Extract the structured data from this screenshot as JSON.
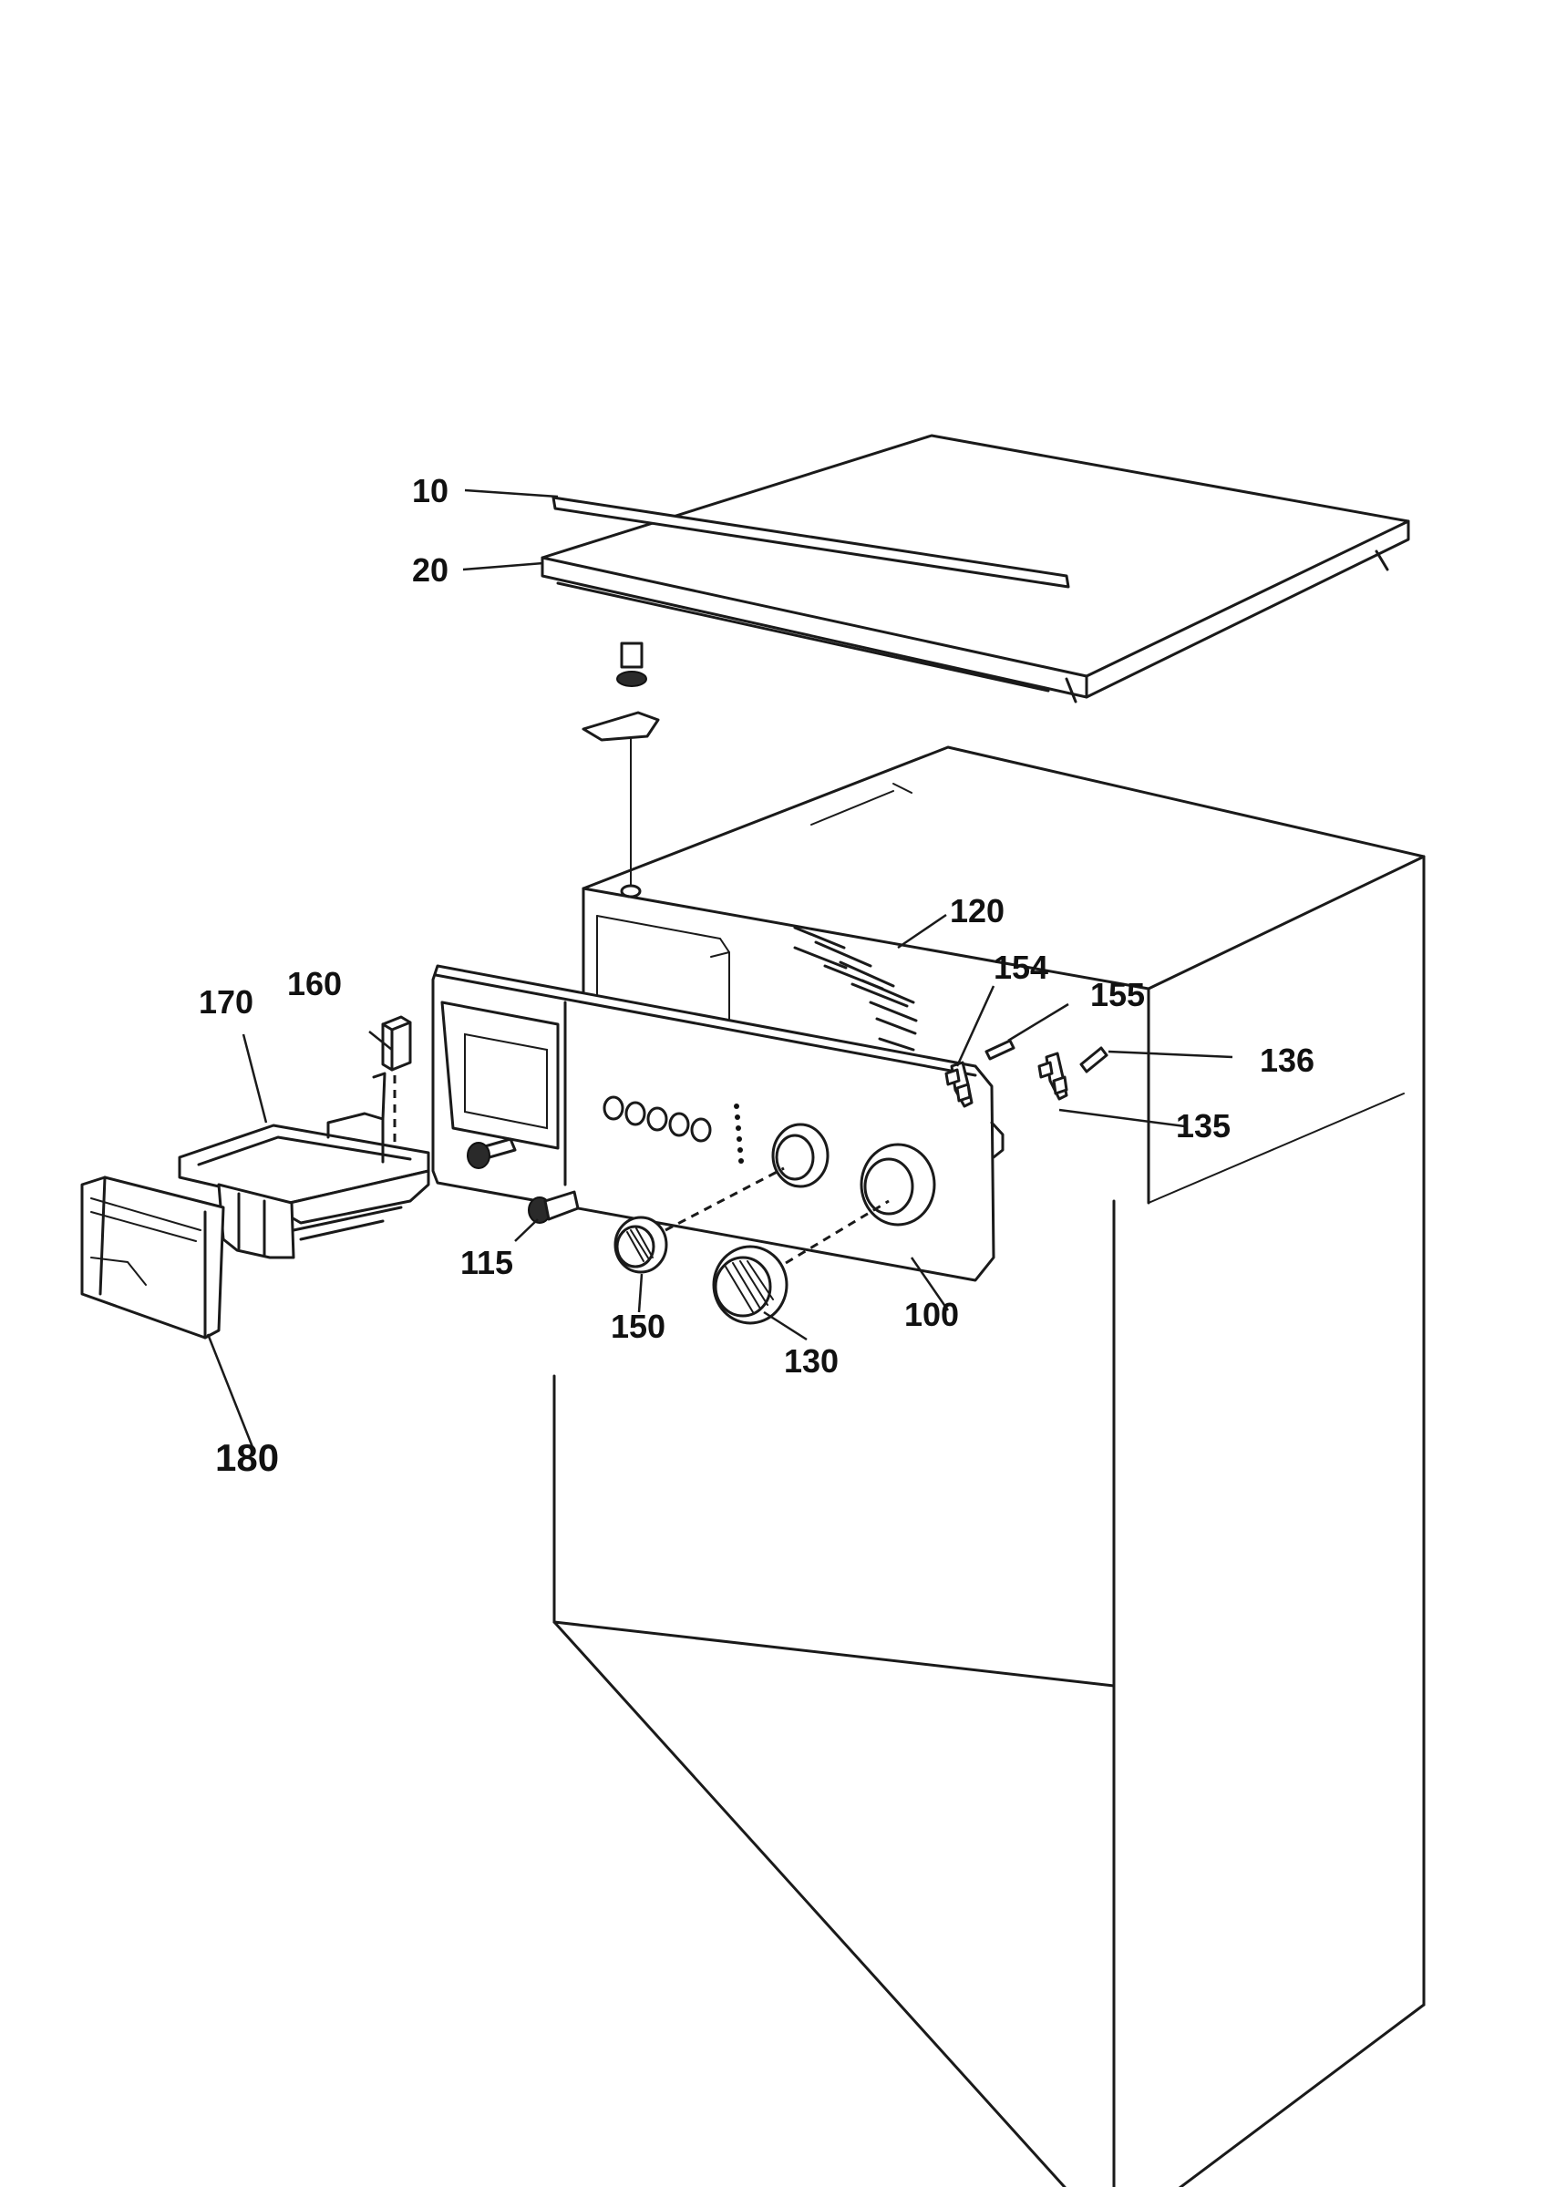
{
  "diagram": {
    "parts": [
      {
        "id": "10",
        "label": "10"
      },
      {
        "id": "20",
        "label": "20"
      },
      {
        "id": "100",
        "label": "100"
      },
      {
        "id": "115",
        "label": "115"
      },
      {
        "id": "120",
        "label": "120"
      },
      {
        "id": "130",
        "label": "130"
      },
      {
        "id": "135",
        "label": "135"
      },
      {
        "id": "136",
        "label": "136"
      },
      {
        "id": "150",
        "label": "150"
      },
      {
        "id": "154",
        "label": "154"
      },
      {
        "id": "155",
        "label": "155"
      },
      {
        "id": "160",
        "label": "160"
      },
      {
        "id": "170",
        "label": "170"
      },
      {
        "id": "180",
        "label": "180"
      }
    ]
  }
}
